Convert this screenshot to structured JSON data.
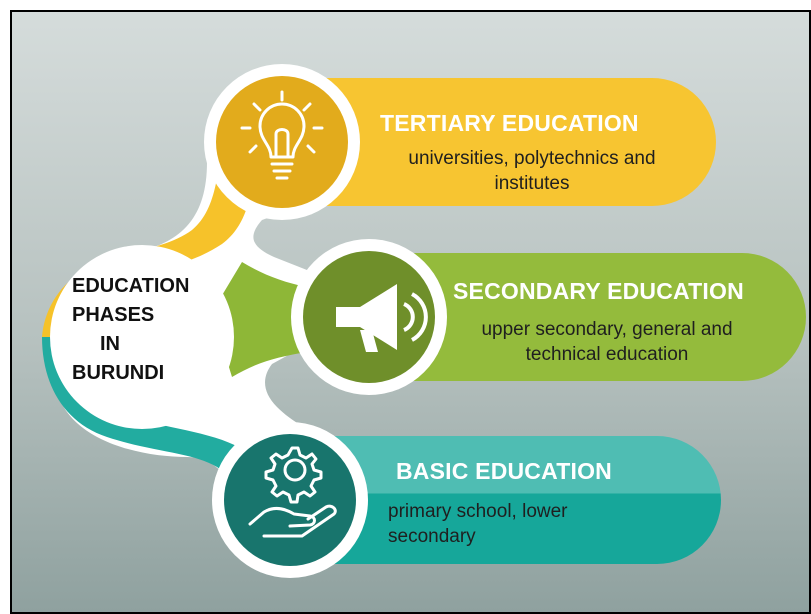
{
  "center": {
    "lines": [
      "EDUCATION",
      "PHASES",
      "IN",
      "BURUNDI"
    ]
  },
  "phases": [
    {
      "title": "TERTIARY EDUCATION",
      "description": "universities, polytechnics and institutes",
      "desc_lines": [
        "universities, polytechnics and",
        "institutes"
      ],
      "icon": "lightbulb-icon",
      "color": "#f7c531",
      "icon_bg": "#e2ab1c"
    },
    {
      "title": "SECONDARY EDUCATION",
      "description": "upper secondary, general and technical education",
      "desc_lines": [
        "upper secondary, general and",
        "technical education"
      ],
      "icon": "megaphone-icon",
      "color": "#94bb3c",
      "icon_bg": "#6f8f2a"
    },
    {
      "title": "BASIC EDUCATION",
      "description": "primary school, lower secondary",
      "desc_lines": [
        "primary school, lower",
        "secondary"
      ],
      "icon": "gear-hand-icon",
      "color": "#17a99d",
      "icon_bg": "#18756d"
    }
  ]
}
